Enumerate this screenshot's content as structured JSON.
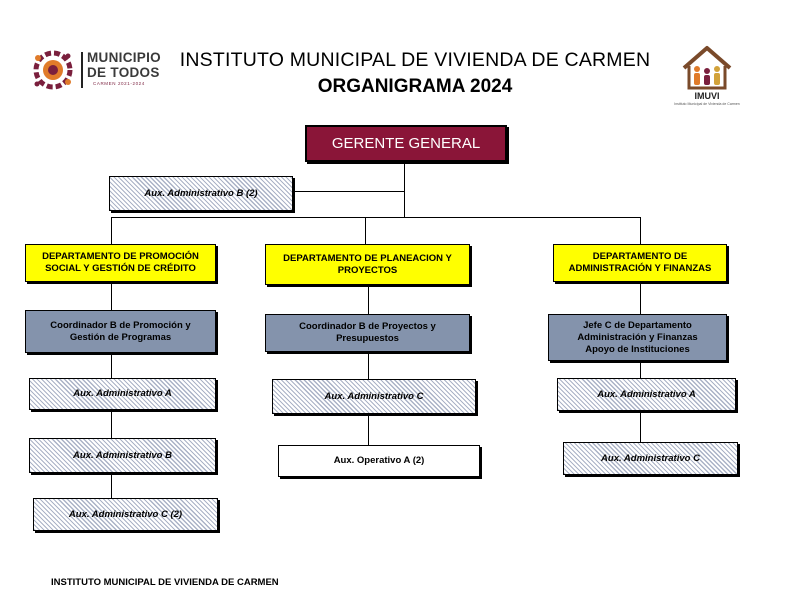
{
  "header": {
    "title": "INSTITUTO MUNICIPAL DE VIVIENDA DE CARMEN",
    "subtitle": "ORGANIGRAMA 2024",
    "left_logo": {
      "line1": "MUNICIPIO",
      "line2": "DE TODOS",
      "line3": "CARMEN 2021-2024"
    },
    "right_logo": {
      "name": "IMUVI",
      "caption": "Instituto Municipal de Vivienda de Carmen"
    }
  },
  "org": {
    "gerente": "GERENTE GENERAL",
    "aux_gerente": "Aux. Administrativo B (2)",
    "departments": [
      {
        "title": "DEPARTAMENTO DE PROMOCIÓN SOCIAL Y GESTIÓN DE CRÉDITO",
        "coordinator": "Coordinador B de Promoción y Gestión de Programas",
        "staff": [
          "Aux. Administrativo A",
          "Aux. Administrativo B",
          "Aux. Administrativo C (2)"
        ]
      },
      {
        "title": "DEPARTAMENTO DE PLANEACION Y PROYECTOS",
        "coordinator": "Coordinador B de Proyectos y Presupuestos",
        "staff": [
          "Aux. Administrativo C",
          "Aux. Operativo A (2)"
        ]
      },
      {
        "title": "DEPARTAMENTO DE ADMINISTRACIÓN Y FINANZAS",
        "coordinator": "Jefe C de Departamento Administración y Finanzas Apoyo de Instituciones",
        "staff": [
          "Aux. Administrativo A",
          "Aux. Administrativo C"
        ]
      }
    ]
  },
  "footer": "INSTITUTO MUNICIPAL DE VIVIENDA DE CARMEN",
  "colors": {
    "gerente": "#8a1538",
    "department": "#ffff00",
    "coordinator": "#8493ac",
    "staff_hatch": "#aab2c6",
    "logo_maroon": "#7a1f3d",
    "logo_orange": "#e07b2a",
    "imuvi_brown": "#7a4a2a"
  }
}
